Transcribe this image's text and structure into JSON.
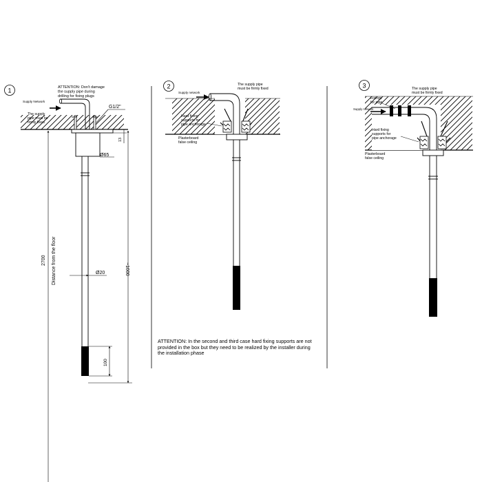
{
  "step1": {
    "number": "1",
    "attention": [
      "ATTENTION: Don't damage",
      "the supply pipe during",
      "drilling for fixing plugs"
    ],
    "supply_network": "Supply Network",
    "pipe_fixed": [
      "The supply",
      "pipe must be",
      "firmly fixed"
    ],
    "thread": "G1/2\"",
    "dim_13": "13",
    "dim_65": "Ø65",
    "dim_20": "Ø20",
    "dim_2700": "2700",
    "distance_label": "Distance from the floor",
    "dim_1600": "~1600",
    "dim_100": "100"
  },
  "step2": {
    "number": "2",
    "supply_network": "Supply network",
    "pipe_fixed": [
      "The supply pipe",
      "must be firmly fixed"
    ],
    "hard_fixing": [
      "Hard fixing",
      "supports for",
      "pipe anchorage"
    ],
    "plasterboard": [
      "Plasterboard",
      "false ceiling"
    ]
  },
  "step3": {
    "number": "3",
    "fixings": [
      "Fixings",
      "for pipe"
    ],
    "supply_network": "Supply network",
    "pipe_fixed": [
      "The supply pipe",
      "must be firmly fixed"
    ],
    "hard_fixing": [
      "Hard fixing",
      "supports for",
      "pipe anchorage"
    ],
    "plasterboard": [
      "Plasterboard",
      "false ceiling"
    ]
  },
  "note": "ATTENTION: In the second and third case hard fixing supports are not provided in the box but they need to be realized by the installer during the installation phase"
}
